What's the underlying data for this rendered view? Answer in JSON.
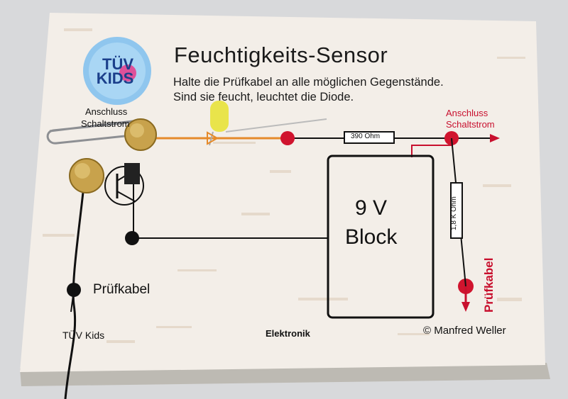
{
  "board": {
    "title": "Feuchtigkeits-Sensor",
    "subtitle_line1": "Halte die Prüfkabel an alle möglichen Gegenstände.",
    "subtitle_line2": "Sind sie feucht, leuchtet die Diode.",
    "anschluss_left_line1": "Anschluss",
    "anschluss_left_line2": "Schaltstrom",
    "anschluss_right_line1": "Anschluss",
    "anschluss_right_line2": "Schaltstrom",
    "resistor_top": "390 Ohm",
    "resistor_right": "1,8 K Ohm",
    "battery_line1": "9 V",
    "battery_line2": "Block",
    "pruefkabel_left": "Prüfkabel",
    "pruefkabel_right": "Prüfkabel",
    "brand": "TÜV Kids",
    "category": "Elektronik",
    "copyright": "© Manfred Weller",
    "logo_line1": "TÜV",
    "logo_line2": "KIDS"
  },
  "colors": {
    "accent_red": "#c8102e",
    "line_black": "#111111",
    "led_yellow": "#e8e23a",
    "orange_trace": "#e58a2a",
    "logo_blue": "#1b3f8b"
  }
}
